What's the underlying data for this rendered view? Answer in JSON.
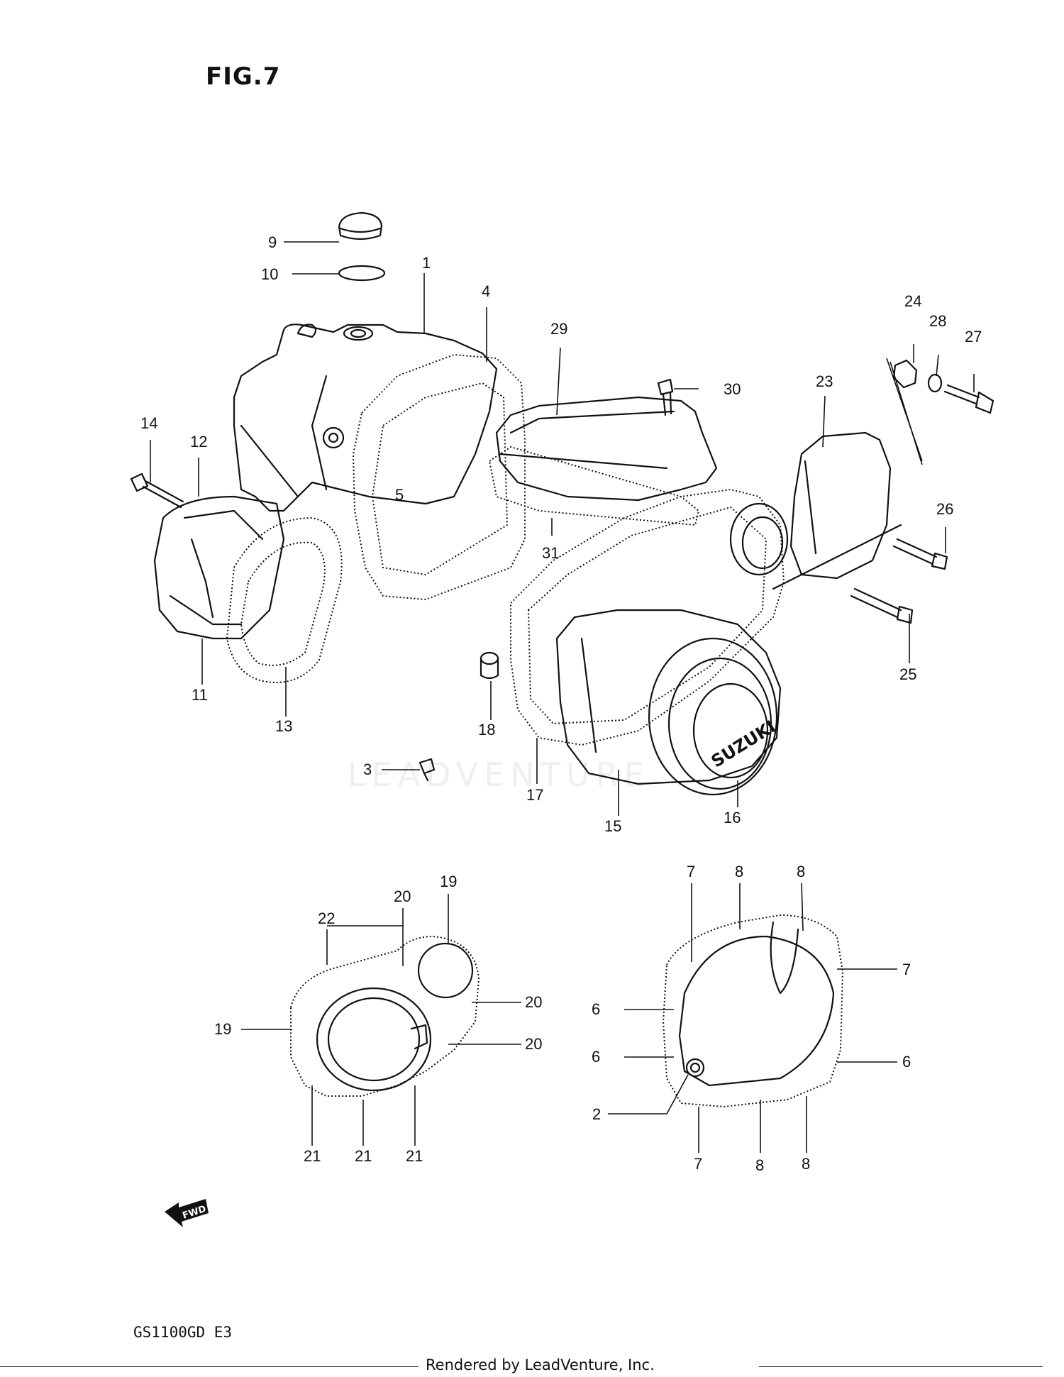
{
  "figure": {
    "title": "FIG.7",
    "model": "GS1100GD E3",
    "footer": "Rendered by LeadVenture, Inc.",
    "watermark": "LEADVENTURE",
    "cover_brand": "SUZUKI",
    "fwd_label": "FWD"
  },
  "callouts": [
    {
      "id": "c1",
      "label": "1"
    },
    {
      "id": "c2",
      "label": "2"
    },
    {
      "id": "c3",
      "label": "3"
    },
    {
      "id": "c4",
      "label": "4"
    },
    {
      "id": "c5",
      "label": "5"
    },
    {
      "id": "c6a",
      "label": "6"
    },
    {
      "id": "c6b",
      "label": "6"
    },
    {
      "id": "c6c",
      "label": "6"
    },
    {
      "id": "c7a",
      "label": "7"
    },
    {
      "id": "c7b",
      "label": "7"
    },
    {
      "id": "c7c",
      "label": "7"
    },
    {
      "id": "c8a",
      "label": "8"
    },
    {
      "id": "c8b",
      "label": "8"
    },
    {
      "id": "c8c",
      "label": "8"
    },
    {
      "id": "c8d",
      "label": "8"
    },
    {
      "id": "c9",
      "label": "9"
    },
    {
      "id": "c10",
      "label": "10"
    },
    {
      "id": "c11",
      "label": "11"
    },
    {
      "id": "c12",
      "label": "12"
    },
    {
      "id": "c13",
      "label": "13"
    },
    {
      "id": "c14",
      "label": "14"
    },
    {
      "id": "c15",
      "label": "15"
    },
    {
      "id": "c16",
      "label": "16"
    },
    {
      "id": "c17",
      "label": "17"
    },
    {
      "id": "c18",
      "label": "18"
    },
    {
      "id": "c19a",
      "label": "19"
    },
    {
      "id": "c19b",
      "label": "19"
    },
    {
      "id": "c20a",
      "label": "20"
    },
    {
      "id": "c20b",
      "label": "20"
    },
    {
      "id": "c20c",
      "label": "20"
    },
    {
      "id": "c21a",
      "label": "21"
    },
    {
      "id": "c21b",
      "label": "21"
    },
    {
      "id": "c21c",
      "label": "21"
    },
    {
      "id": "c22",
      "label": "22"
    },
    {
      "id": "c23",
      "label": "23"
    },
    {
      "id": "c24",
      "label": "24"
    },
    {
      "id": "c25",
      "label": "25"
    },
    {
      "id": "c26",
      "label": "26"
    },
    {
      "id": "c27",
      "label": "27"
    },
    {
      "id": "c28",
      "label": "28"
    },
    {
      "id": "c29",
      "label": "29"
    },
    {
      "id": "c30",
      "label": "30"
    },
    {
      "id": "c31",
      "label": "31"
    }
  ]
}
